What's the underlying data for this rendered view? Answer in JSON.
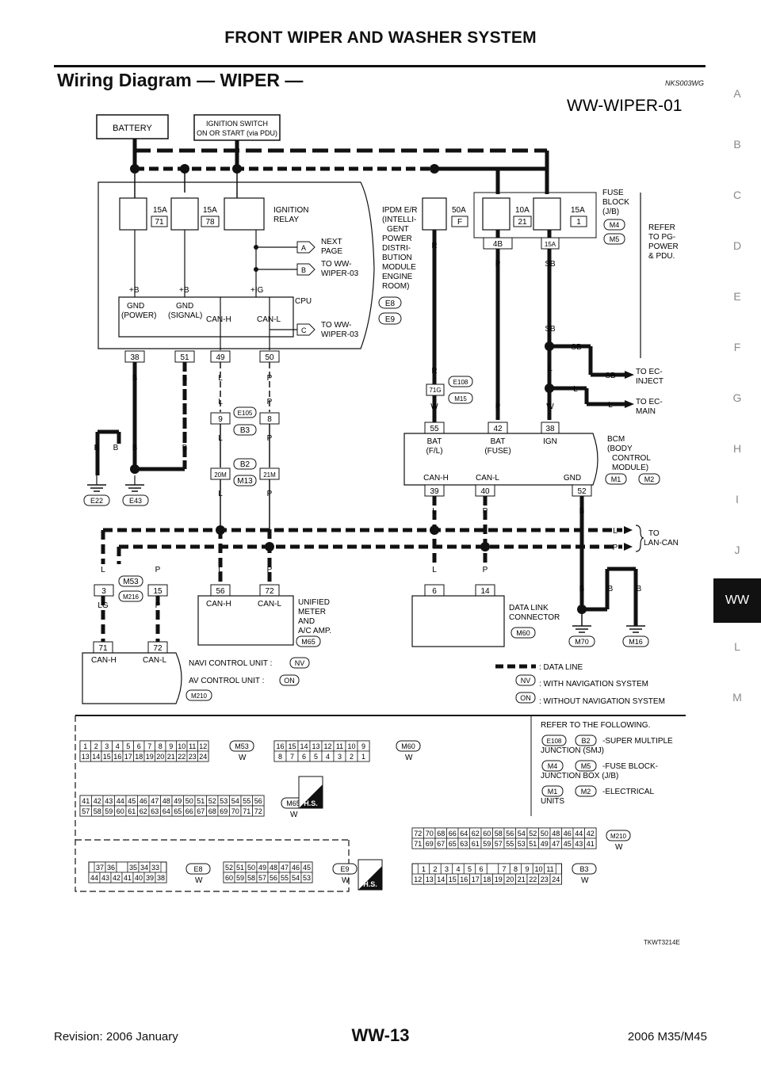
{
  "header": {
    "title": "FRONT WIPER AND WASHER SYSTEM"
  },
  "section": {
    "title": "Wiring Diagram — WIPER —",
    "code": "NKS003WG"
  },
  "side_tabs": [
    "A",
    "B",
    "C",
    "D",
    "E",
    "F",
    "G",
    "H",
    "I",
    "J",
    "WW",
    "L",
    "M"
  ],
  "active_tab": "WW",
  "diagram": {
    "id": "WW-WIPER-01",
    "battery": "BATTERY",
    "ign_sw_1": "IGNITION SWITCH",
    "ign_sw_2": "ON OR START (via PDU)",
    "fuses": [
      {
        "amp": "15A",
        "num": "71"
      },
      {
        "amp": "15A",
        "num": "78"
      },
      {
        "amp": "50A",
        "num": "F"
      },
      {
        "amp": "10A",
        "num": "21"
      },
      {
        "amp": "15A",
        "num": "1"
      }
    ],
    "ign_relay": [
      "IGNITION",
      "RELAY"
    ],
    "next_page": [
      "NEXT",
      "PAGE"
    ],
    "to_ww03": [
      "TO WW-",
      "WIPER-03"
    ],
    "ipdm": [
      "IPDM E/R",
      "(INTELLI-",
      "GENT",
      "POWER",
      "DISTRI-",
      "BUTION",
      "MODULE",
      "ENGINE",
      "ROOM)"
    ],
    "ipdm_conn": [
      "E8",
      "E9"
    ],
    "cpu": "CPU",
    "ipdm_inputs": [
      "+B",
      "+B",
      "+IG"
    ],
    "ipdm_outputs": [
      "GND",
      "(POWER)",
      "GND",
      "(SIGNAL)",
      "CAN-H",
      "CAN-L"
    ],
    "ipdm_pins": [
      "38",
      "51",
      "49",
      "50"
    ],
    "fuse_block": [
      "FUSE",
      "BLOCK",
      "(J/B)"
    ],
    "fb_conn": [
      "M4",
      "M5"
    ],
    "refer": [
      "REFER",
      "TO PG-",
      "POWER",
      "& PDU."
    ],
    "fb_pins": [
      "4B",
      "15A"
    ],
    "ipdm_pin_r": "R",
    "joint_labels": [
      "71G",
      "E108",
      "M15"
    ],
    "to_ec": [
      [
        "TO EC-",
        "INJECT"
      ],
      [
        "TO EC-",
        "MAIN"
      ]
    ],
    "bcm_pins": [
      "55",
      "42",
      "38",
      "39",
      "40",
      "52"
    ],
    "bcm_labels": [
      "BAT",
      "(F/L)",
      "BAT",
      "(FUSE)",
      "IGN",
      "CAN-H",
      "CAN-L",
      "GND"
    ],
    "bcm": [
      "BCM",
      "(BODY",
      "CONTROL",
      "MODULE)"
    ],
    "bcm_conn": [
      "M1",
      "M2"
    ],
    "smj": [
      "9",
      "8",
      "E105",
      "B3",
      "20M",
      "21M",
      "B2",
      "M13"
    ],
    "grounds": [
      "E22",
      "E43",
      "M70",
      "M16"
    ],
    "colors": [
      "B",
      "L",
      "P",
      "R",
      "W",
      "SB",
      "LG"
    ],
    "to_lan": [
      "TO",
      "LAN-CAN"
    ],
    "m53": [
      "3",
      "15",
      "M53",
      "M216"
    ],
    "meter": [
      "UNIFIED",
      "METER",
      "AND",
      "A/C AMP."
    ],
    "meter_pins": [
      "56",
      "72"
    ],
    "meter_conn": "M65",
    "dlc": [
      "DATA LINK",
      "CONNECTOR"
    ],
    "dlc_pins": [
      "6",
      "14"
    ],
    "dlc_conn": "M60",
    "nav_pins": [
      "71",
      "72"
    ],
    "nav_lines": [
      "NAVI CONTROL UNIT :",
      "AV CONTROL UNIT :"
    ],
    "nav_codes": [
      "NV",
      "ON"
    ],
    "nav_conn": "M210",
    "legend": [
      ": DATA LINE",
      ": WITH NAVIGATION SYSTEM",
      ": WITHOUT NAVIGATION SYSTEM"
    ],
    "refer_following": "REFER TO THE FOLLOWING.",
    "ref_items": [
      {
        "a": "E108",
        "b": "B2",
        "t1": "-SUPER MULTIPLE",
        "t2": "JUNCTION (SMJ)"
      },
      {
        "a": "M4",
        "b": "M5",
        "t1": "-FUSE BLOCK-",
        "t2": "JUNCTION BOX (J/B)"
      },
      {
        "a": "M1",
        "b": "M2",
        "t1": "-ELECTRICAL",
        "t2": "UNITS"
      }
    ],
    "conn_faces": [
      {
        "id": "M53",
        "color": "W",
        "rows": [
          [
            "1",
            "2",
            "3",
            "4",
            "5",
            "6",
            "7",
            "8",
            "9",
            "10",
            "11",
            "12"
          ],
          [
            "13",
            "14",
            "15",
            "16",
            "17",
            "18",
            "19",
            "20",
            "21",
            "22",
            "23",
            "24"
          ]
        ]
      },
      {
        "id": "M60",
        "color": "W",
        "rows": [
          [
            "16",
            "15",
            "14",
            "13",
            "12",
            "11",
            "10",
            "9"
          ],
          [
            "8",
            "7",
            "6",
            "5",
            "4",
            "3",
            "2",
            "1"
          ]
        ]
      },
      {
        "id": "M65",
        "color": "W",
        "rows": [
          [
            "41",
            "42",
            "43",
            "44",
            "45",
            "46",
            "47",
            "48",
            "49",
            "50",
            "51",
            "52",
            "53",
            "54",
            "55",
            "56"
          ],
          [
            "57",
            "58",
            "59",
            "60",
            "61",
            "62",
            "63",
            "64",
            "65",
            "66",
            "67",
            "68",
            "69",
            "70",
            "71",
            "72"
          ]
        ]
      },
      {
        "id": "M210",
        "color": "W",
        "rows": [
          [
            "72",
            "70",
            "68",
            "66",
            "64",
            "62",
            "60",
            "58",
            "56",
            "54",
            "52",
            "50",
            "48",
            "46",
            "44",
            "42"
          ],
          [
            "71",
            "69",
            "67",
            "65",
            "63",
            "61",
            "59",
            "57",
            "55",
            "53",
            "51",
            "49",
            "47",
            "45",
            "43",
            "41"
          ]
        ]
      },
      {
        "id": "E8",
        "color": "W",
        "rows": [
          [
            "37",
            "36",
            "",
            "35",
            "34",
            "33"
          ],
          [
            "44",
            "43",
            "42",
            "41",
            "40",
            "39",
            "38"
          ]
        ]
      },
      {
        "id": "E9",
        "color": "W",
        "rows": [
          [
            "52",
            "51",
            "50",
            "49",
            "48",
            "47",
            "46",
            "45"
          ],
          [
            "60",
            "59",
            "58",
            "57",
            "56",
            "55",
            "54",
            "53"
          ]
        ]
      },
      {
        "id": "B3",
        "color": "W",
        "rows": [
          [
            "1",
            "2",
            "3",
            "4",
            "5",
            "6",
            "",
            "7",
            "8",
            "9",
            "10",
            "11"
          ],
          [
            "12",
            "13",
            "14",
            "15",
            "16",
            "17",
            "18",
            "19",
            "20",
            "21",
            "22",
            "23",
            "24"
          ]
        ]
      }
    ],
    "hs": "H.S.",
    "figure_code": "TKWT3214E"
  },
  "footer": {
    "left": "Revision: 2006 January",
    "center": "WW-13",
    "right": "2006 M35/M45"
  }
}
